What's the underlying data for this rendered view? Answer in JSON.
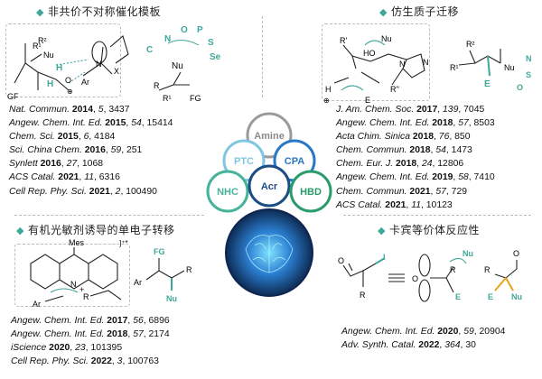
{
  "sections": {
    "top_left": {
      "title": "非共价不对称催化模板",
      "refs": [
        {
          "journal": "Nat. Commun.",
          "year": "2014",
          "vol": "5",
          "page": "3437"
        },
        {
          "journal": "Angew. Chem. Int. Ed.",
          "year": "2015",
          "vol": "54",
          "page": "15414"
        },
        {
          "journal": "Chem. Sci.",
          "year": "2015",
          "vol": "6",
          "page": "4184"
        },
        {
          "journal": "Sci. China Chem.",
          "year": "2016",
          "vol": "59",
          "page": "251"
        },
        {
          "journal": "Synlett",
          "year": "2016",
          "vol": "27",
          "page": "1068"
        },
        {
          "journal": "ACS Catal.",
          "year": "2021",
          "vol": "11",
          "page": "6316"
        },
        {
          "journal": "Cell Rep. Phy. Sci.",
          "year": "2021",
          "vol": "2",
          "page": "100490"
        }
      ]
    },
    "top_right": {
      "title": "仿生质子迁移",
      "refs": [
        {
          "journal": "J. Am. Chem. Soc.",
          "year": "2017",
          "vol": "139",
          "page": "7045"
        },
        {
          "journal": "Angew. Chem. Int. Ed.",
          "year": "2018",
          "vol": "57",
          "page": "8503"
        },
        {
          "journal": "Acta Chim. Sinica",
          "year": "2018",
          "vol": "76",
          "page": "850"
        },
        {
          "journal": "Chem. Commun.",
          "year": "2018",
          "vol": "54",
          "page": "1473"
        },
        {
          "journal": "Chem. Eur. J.",
          "year": "2018",
          "vol": "24",
          "page": "12806"
        },
        {
          "journal": "Angew. Chem. Int. Ed.",
          "year": "2019",
          "vol": "58",
          "page": "7410"
        },
        {
          "journal": "Chem. Commun.",
          "year": "2021",
          "vol": "57",
          "page": "729"
        },
        {
          "journal": "ACS Catal.",
          "year": "2021",
          "vol": "11",
          "page": "10123"
        }
      ]
    },
    "bottom_left": {
      "title": "有机光敏剂诱导的单电子转移",
      "refs": [
        {
          "journal": "Angew. Chem. Int. Ed.",
          "year": "2017",
          "vol": "56",
          "page": "6896"
        },
        {
          "journal": "Angew. Chem. Int. Ed.",
          "year": "2018",
          "vol": "57",
          "page": "2174"
        },
        {
          "journal": "iScience",
          "year": "2020",
          "vol": "23",
          "page": "101395"
        },
        {
          "journal": "Cell Rep. Phy. Sci.",
          "year": "2022",
          "vol": "3",
          "page": "100763"
        }
      ]
    },
    "bottom_right": {
      "title": "卡宾等价体反应性",
      "refs": [
        {
          "journal": "Angew. Chem. Int. Ed.",
          "year": "2020",
          "vol": "59",
          "page": "20904"
        },
        {
          "journal": "Adv. Synth. Catal.",
          "year": "2022",
          "vol": "364",
          "page": "30"
        }
      ]
    }
  },
  "center": {
    "circles": {
      "amine": "Amine",
      "ptc": "PTC",
      "cpa": "CPA",
      "nhc": "NHC",
      "acr": "Acr",
      "hbd": "HBD"
    }
  },
  "schemes": {
    "tl": {
      "r1": "R¹",
      "r2": "R²",
      "nu": "Nu",
      "h1": "H",
      "h2": "H",
      "o": "O",
      "ar": "Ar",
      "gf": "GF",
      "n": "N",
      "x": "X",
      "plus": "⊕",
      "hetero_n": "N",
      "hetero_o": "O",
      "hetero_p": "P",
      "hetero_c": "C",
      "hetero_s": "S",
      "hetero_se": "Se",
      "prod_nu": "Nu",
      "prod_r": "R",
      "prod_r1": "R¹",
      "prod_fg": "FG"
    },
    "tr": {
      "r": "R'",
      "ho": "HO",
      "nu": "Nu",
      "n1": "N",
      "n2": "N",
      "rr": "R''",
      "h": "H",
      "e": "E",
      "hplus": "⊕",
      "prod_r2": "R²",
      "prod_r1": "R¹",
      "prod_e": "E",
      "prod_nu": "Nu",
      "prod_n": "N",
      "prod_s": "S",
      "prod_o": "O"
    },
    "bl": {
      "mes": "Mes",
      "n": "N",
      "plus": "+",
      "r": "R",
      "ar": "Ar",
      "charge": "]⁺*",
      "prod_fg": "FG",
      "prod_ar": "Ar",
      "prod_r": "R",
      "prod_nu": "Nu"
    },
    "br": {
      "o": "O",
      "i": "I",
      "r": "R",
      "o2": "O",
      "nu": "Nu",
      "r2": "R",
      "e": "E",
      "prod_o": "O",
      "prod_r": "R",
      "prod_e": "E",
      "prod_nu": "Nu"
    }
  },
  "colors": {
    "teal": "#3fa79a",
    "amine": "#9a9a9a",
    "ptc": "#7fc6e0",
    "cpa": "#2a78c6",
    "nhc": "#46b39b",
    "acr": "#1c4e86",
    "hbd": "#2a9c6b"
  }
}
